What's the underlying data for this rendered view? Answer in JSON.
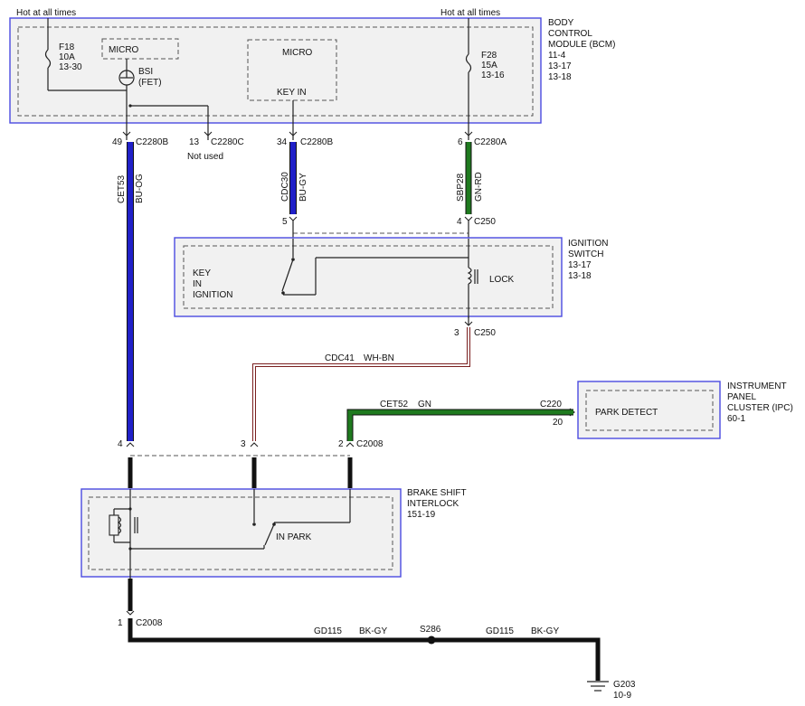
{
  "power": {
    "left": "Hot at all times",
    "right": "Hot at all times"
  },
  "bcm": {
    "title": [
      "BODY",
      "CONTROL",
      "MODULE (BCM)",
      "11-4",
      "13-17",
      "13-18"
    ],
    "micro_left": "MICRO",
    "micro_center": "MICRO",
    "key_in": "KEY IN",
    "bsi": [
      "BSI",
      "(FET)"
    ],
    "fuse_f18": [
      "F18",
      "10A",
      "13-30"
    ],
    "fuse_f28": [
      "F28",
      "15A",
      "13-16"
    ]
  },
  "connectors": {
    "c49": {
      "pin": "49",
      "name": "C2280B"
    },
    "c13": {
      "pin": "13",
      "name": "C2280C",
      "note": "Not used"
    },
    "c34": {
      "pin": "34",
      "name": "C2280B"
    },
    "c6": {
      "pin": "6",
      "name": "C2280A"
    },
    "c250_5": {
      "pin": "5"
    },
    "c250_4": {
      "pin": "4",
      "name": "C250"
    },
    "c250_3": {
      "pin": "3",
      "name": "C250"
    },
    "c2008_4": {
      "pin": "4"
    },
    "c2008_3": {
      "pin": "3"
    },
    "c2008_2": {
      "pin": "2",
      "name": "C2008"
    },
    "c2008_1": {
      "pin": "1",
      "name": "C2008"
    },
    "c220": {
      "pin": "20",
      "name": "C220"
    }
  },
  "wires": {
    "cet53": {
      "circuit": "CET53",
      "color": "BU-OG"
    },
    "cdc30": {
      "circuit": "CDC30",
      "color": "BU-GY"
    },
    "sbp28": {
      "circuit": "SBP28",
      "color": "GN-RD"
    },
    "cdc41": {
      "circuit": "CDC41",
      "color": "WH-BN"
    },
    "cet52": {
      "circuit": "CET52",
      "color": "GN"
    },
    "gd115a": {
      "circuit": "GD115",
      "color": "BK-GY"
    },
    "gd115b": {
      "circuit": "GD115",
      "color": "BK-GY"
    }
  },
  "ignition": {
    "title": [
      "IGNITION",
      "SWITCH",
      "13-17",
      "13-18"
    ],
    "key": [
      "KEY",
      "IN",
      "IGNITION"
    ],
    "lock": "LOCK"
  },
  "ipc": {
    "title": [
      "INSTRUMENT",
      "PANEL",
      "CLUSTER (IPC)",
      "60-1"
    ],
    "park_detect": "PARK DETECT"
  },
  "bsil": {
    "title": [
      "BRAKE SHIFT",
      "INTERLOCK",
      "151-19"
    ],
    "in_park": "IN PARK"
  },
  "splice": "S286",
  "ground": [
    "G203",
    "10-9"
  ],
  "colors": {
    "blue": "#2020c8",
    "green": "#1f7a1f",
    "box_border": "#4a4ae0",
    "box_fill": "#f1f1f1"
  }
}
